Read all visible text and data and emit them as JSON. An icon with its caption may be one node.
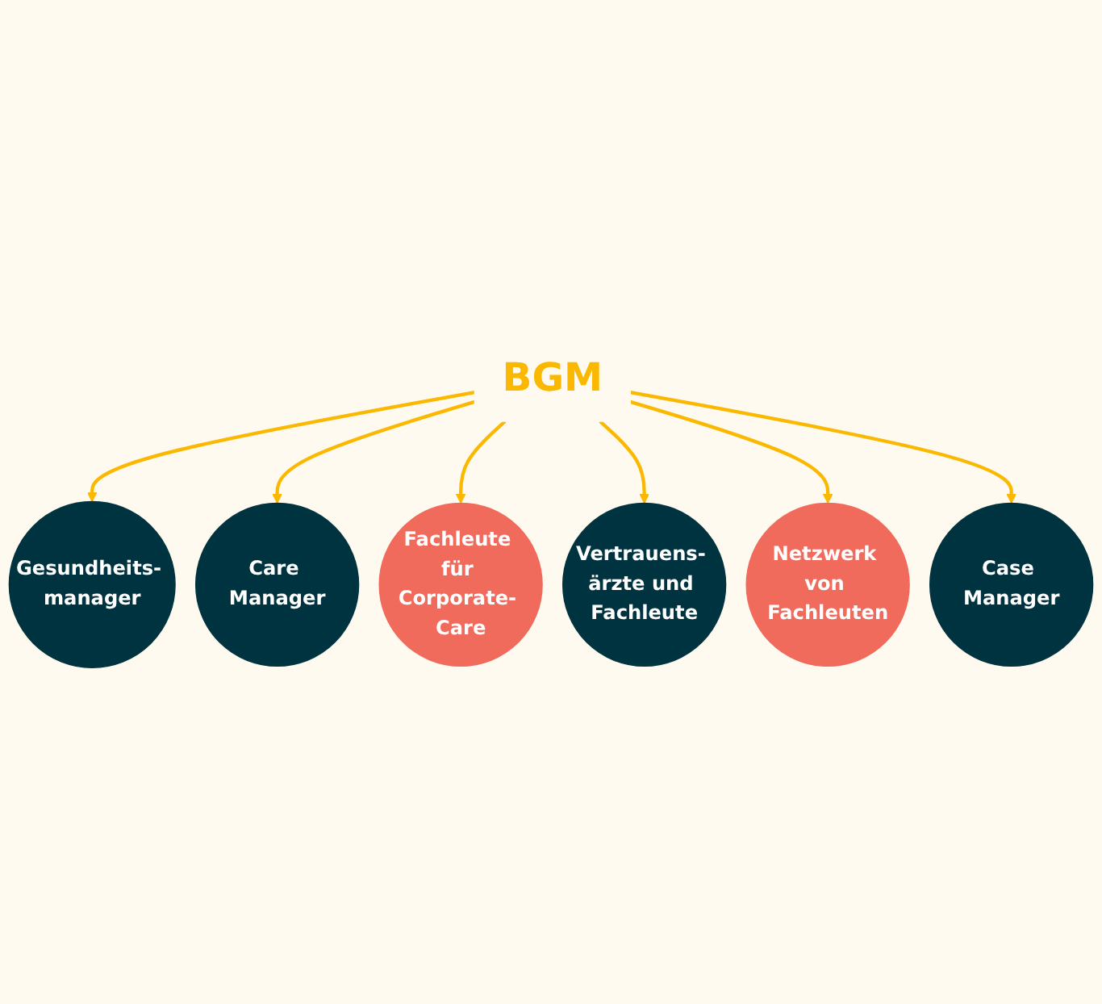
{
  "diagram": {
    "nodes": [
      {
        "text": [
          "Gesundheits- manager"
        ]
      },
      {
        "text": [
          "Care Manager"
        ]
      },
      {
        "text": [
          "Fachleute für Corporate- Care"
        ]
      },
      {
        "text": [
          "BGM"
        ]
      },
      {
        "text": [
          "Vertrauens- ärzte und Fachleute"
        ]
      },
      {
        "text": [
          "Netzwerk von Fachleuten"
        ]
      },
      {
        "text": [
          "Case Manager"
        ]
      }
    ],
    "edges": [
      {
        "from": 3,
        "to": 0,
        "arrow": "to"
      },
      {
        "from": 3,
        "to": 1,
        "arrow": "to"
      },
      {
        "from": 3,
        "to": 2,
        "arrow": "to"
      },
      {
        "from": 3,
        "to": 4,
        "arrow": "to"
      },
      {
        "from": 3,
        "to": 5,
        "arrow": "to"
      },
      {
        "from": 3,
        "to": 6,
        "arrow": "to"
      }
    ]
  }
}
